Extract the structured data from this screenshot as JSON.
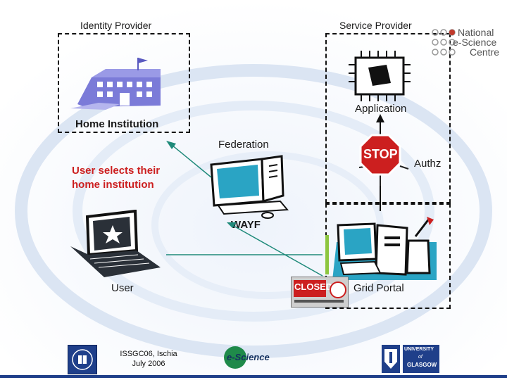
{
  "labels": {
    "identity_provider": "Identity Provider",
    "service_provider": "Service Provider",
    "home_institution": "Home Institution",
    "application": "Application",
    "federation": "Federation",
    "authz": "Authz",
    "user_selects": "User selects their",
    "home_institution_note": "home institution",
    "wayf": "WAYF",
    "user": "User",
    "grid_portal": "Grid Portal"
  },
  "logo": {
    "line1": "National",
    "line2": "e-Science",
    "line3": "Centre"
  },
  "stop_sign": "STOP",
  "closed_sign": "CLOSED",
  "footer": {
    "event_line1": "ISSGC06, Ischia",
    "event_line2": "July 2006",
    "escience_logo": "e-Science",
    "uni_line1": "UNIVERSITY",
    "uni_line2": "of",
    "uni_line3": "GLASGOW"
  },
  "colors": {
    "accent_red": "#cc1f1f",
    "arrow_teal": "#1f8a7a",
    "footer_blue": "#1f3f8a",
    "building_blue": "#7b7bd8"
  }
}
